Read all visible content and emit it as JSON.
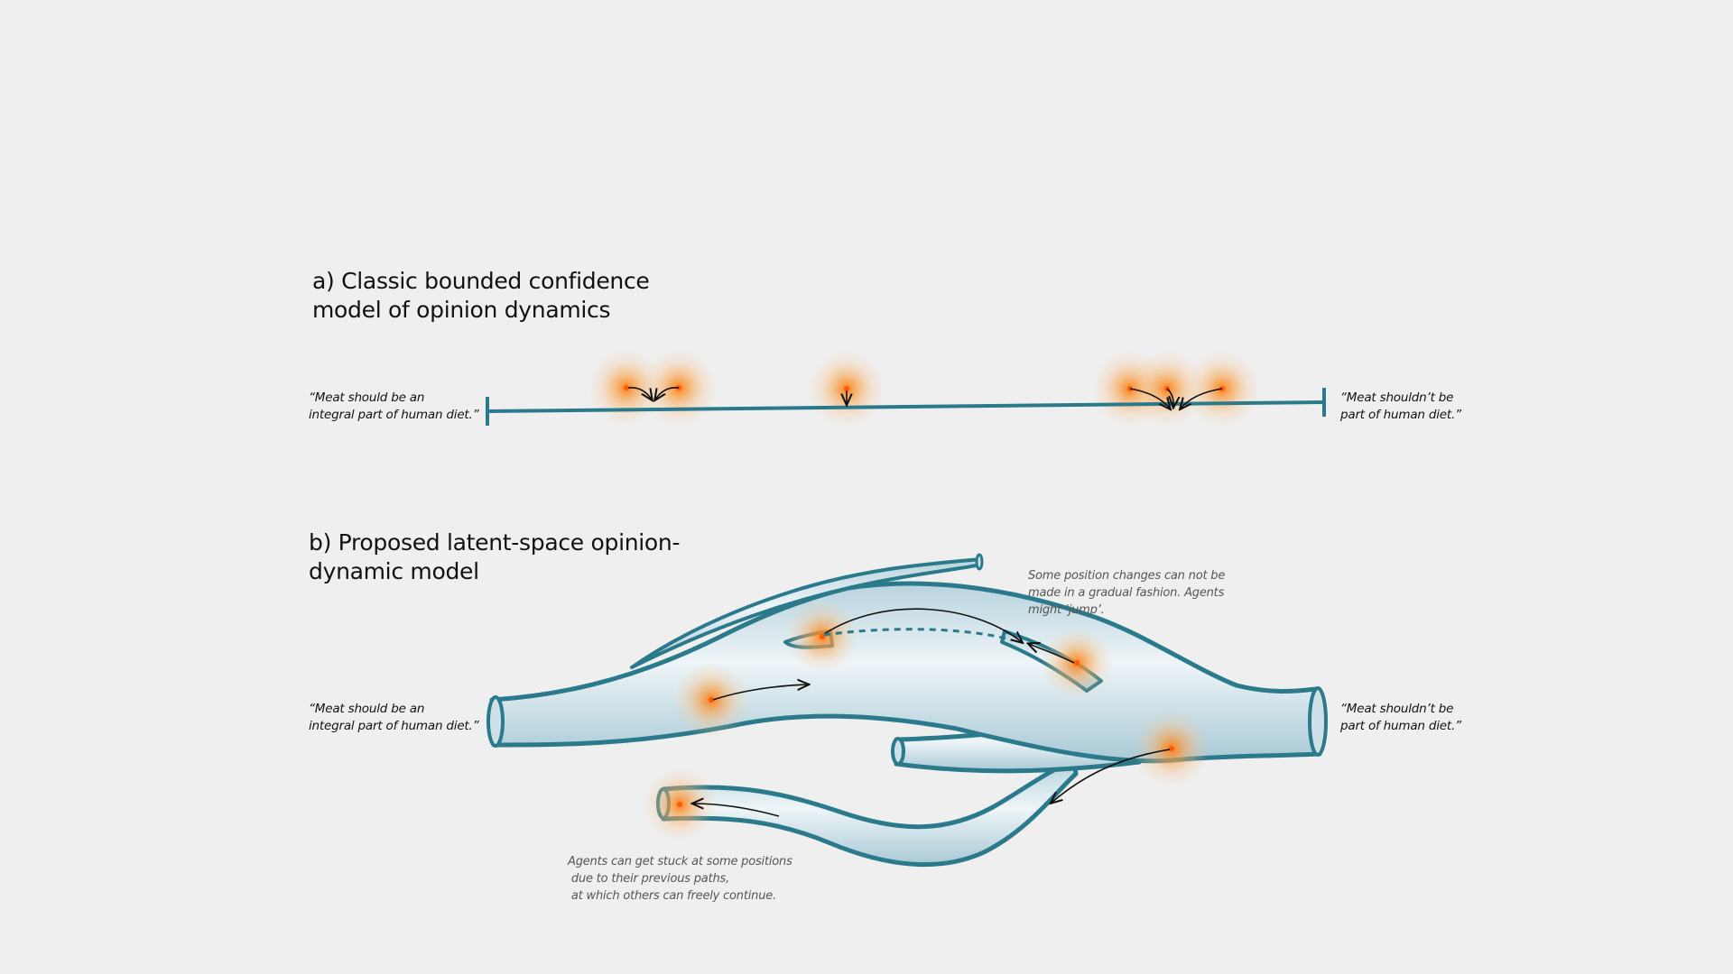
{
  "panel_a": {
    "title_lines": [
      "a) Classic bounded confidence",
      "model of opinion dynamics"
    ],
    "left_pole_lines": [
      "“Meat should be an",
      "integral part of human diet.”"
    ],
    "right_pole_lines": [
      "“Meat shouldn’t be",
      "part of human diet.”"
    ]
  },
  "panel_b": {
    "title_lines": [
      "b) Proposed latent-space opinion-",
      "dynamic model"
    ],
    "left_pole_lines": [
      "“Meat should be an",
      "integral part of human diet.”"
    ],
    "right_pole_lines": [
      "“Meat shouldn’t be",
      "part of human diet.”"
    ],
    "jump_note_lines": [
      "Some position changes can not be",
      "made in a gradual fashion. Agents",
      "might ‘jump’."
    ],
    "stuck_note_lines": [
      "Agents can get stuck at some positions",
      " due to their previous paths,",
      " at which others can freely continue."
    ]
  },
  "colors": {
    "axis": "#2a7a8c",
    "tube_edge": "#2a7a8c",
    "tube_fill": "#d3e3ea",
    "agent_glow": "#f7a04a",
    "agent_core": "#ff6a00",
    "arrow": "#111111",
    "background": "#efefef"
  }
}
